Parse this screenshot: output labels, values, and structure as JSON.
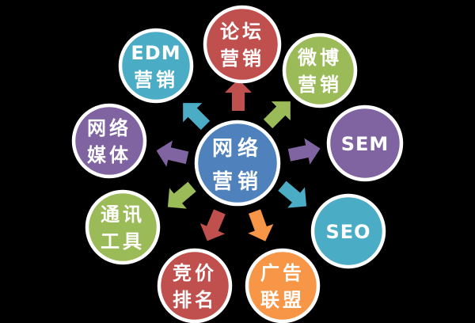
{
  "diagram": {
    "background_color": "#000000",
    "node_border_color": "#ffffff",
    "center": {
      "id": "network-marketing",
      "line1": "网络",
      "line2": "营销",
      "color": "#4F81BD"
    },
    "nodes": [
      {
        "id": "forum-marketing",
        "line1": "论坛",
        "line2": "营销",
        "color": "#C0504D"
      },
      {
        "id": "weibo-marketing",
        "line1": "微博",
        "line2": "营销",
        "color": "#9BBB59"
      },
      {
        "id": "sem",
        "line1": "SEM",
        "line2": "",
        "color": "#8064A2"
      },
      {
        "id": "seo",
        "line1": "SEO",
        "line2": "",
        "color": "#4BACC6"
      },
      {
        "id": "ad-alliance",
        "line1": "广告",
        "line2": "联盟",
        "color": "#F79646"
      },
      {
        "id": "bidding-rank",
        "line1": "竞价",
        "line2": "排名",
        "color": "#C0504D"
      },
      {
        "id": "im-tools",
        "line1": "通讯",
        "line2": "工具",
        "color": "#9BBB59"
      },
      {
        "id": "web-media",
        "line1": "网络",
        "line2": "媒体",
        "color": "#8064A2"
      },
      {
        "id": "edm-marketing",
        "line1": "EDM",
        "line2": "营销",
        "color": "#4BACC6"
      }
    ],
    "arrows": [
      {
        "target": "forum-marketing",
        "direction": "up",
        "color": "#C0504D"
      },
      {
        "target": "weibo-marketing",
        "direction": "up-right",
        "color": "#9BBB59"
      },
      {
        "target": "sem",
        "direction": "right",
        "color": "#8064A2"
      },
      {
        "target": "seo",
        "direction": "down-right",
        "color": "#4BACC6"
      },
      {
        "target": "ad-alliance",
        "direction": "down-right",
        "color": "#F79646"
      },
      {
        "target": "bidding-rank",
        "direction": "down-left",
        "color": "#C0504D"
      },
      {
        "target": "im-tools",
        "direction": "down-left",
        "color": "#9BBB59"
      },
      {
        "target": "web-media",
        "direction": "left",
        "color": "#8064A2"
      },
      {
        "target": "edm-marketing",
        "direction": "up-left",
        "color": "#4BACC6"
      }
    ]
  }
}
